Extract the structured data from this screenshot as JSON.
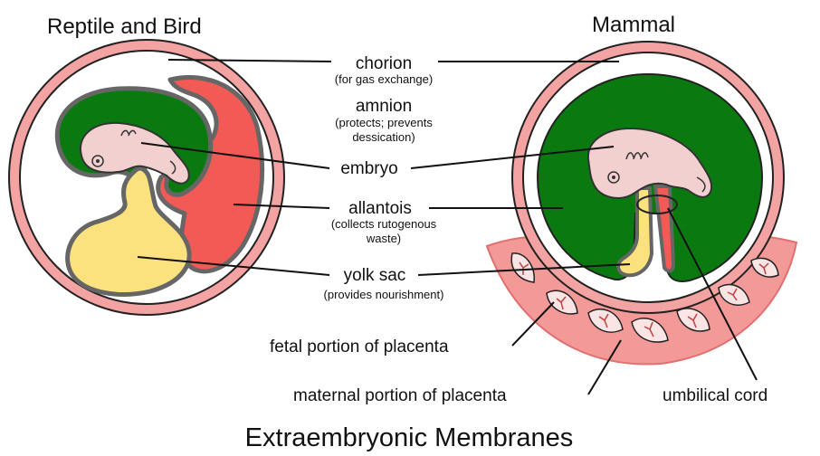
{
  "titles": {
    "left": "Reptile and Bird",
    "right": "Mammal",
    "bottom": "Extraembryonic Membranes"
  },
  "labels": {
    "chorion": {
      "name": "chorion",
      "desc": "(for gas exchange)"
    },
    "amnion": {
      "name": "amnion",
      "desc_line1": "(protects; prevents",
      "desc_line2": "dessication)"
    },
    "embryo": {
      "name": "embryo"
    },
    "allantois": {
      "name": "allantois",
      "desc_line1": "(collects rutogenous",
      "desc_line2": "waste)"
    },
    "yolk_sac": {
      "name": "yolk sac",
      "desc": "(provides nourishment)"
    },
    "fetal_placenta": "fetal portion of placenta",
    "maternal_placenta": "maternal portion of placenta",
    "umbilical_cord": "umbilical cord"
  },
  "colors": {
    "chorion": "#f4a3a3",
    "amnion": "#0a7a10",
    "embryo": "#f2d0d0",
    "allantois": "#f25a55",
    "yolk": "#fbe27e",
    "outline": "#666666",
    "maternal": "#f39a98"
  }
}
